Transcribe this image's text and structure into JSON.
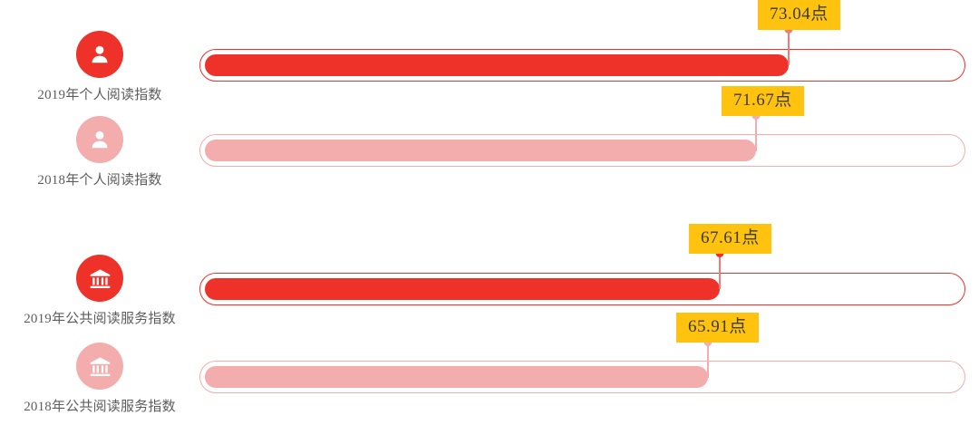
{
  "chart_data": {
    "type": "bar",
    "orientation": "horizontal",
    "title": "",
    "xlabel": "",
    "ylabel": "",
    "unit": "点",
    "xlim": [
      0,
      100
    ],
    "grid": false,
    "legend": "none",
    "categories": [
      "2019年个人阅读指数",
      "2018年个人阅读指数",
      "2019年公共阅读服务指数",
      "2018年公共阅读服务指数"
    ],
    "values": [
      73.04,
      71.67,
      67.61,
      65.91
    ],
    "value_labels": [
      "73.04点",
      "71.67点",
      "67.61点",
      "65.91点"
    ]
  },
  "colors": {
    "red": "#EE3229",
    "red_track_border": "#EE3229",
    "pink": "#F3ADAD",
    "pink_track_border": "#F3ADAD",
    "badge_bg": "#FFC20E",
    "badge_text": "#3b3b3b",
    "label_text": "#5d5d5d",
    "background": "#FFFFFF"
  },
  "rows": [
    {
      "label": "2019年个人阅读指数",
      "value_label": "73.04点",
      "value": 73.04,
      "icon": "person-icon",
      "tone": "red"
    },
    {
      "label": "2018年个人阅读指数",
      "value_label": "71.67点",
      "value": 71.67,
      "icon": "person-icon",
      "tone": "pink"
    },
    {
      "label": "2019年公共阅读服务指数",
      "value_label": "67.61点",
      "value": 67.61,
      "icon": "institution-icon",
      "tone": "red"
    },
    {
      "label": "2018年公共阅读服务指数",
      "value_label": "65.91点",
      "value": 65.91,
      "icon": "institution-icon",
      "tone": "pink"
    }
  ]
}
